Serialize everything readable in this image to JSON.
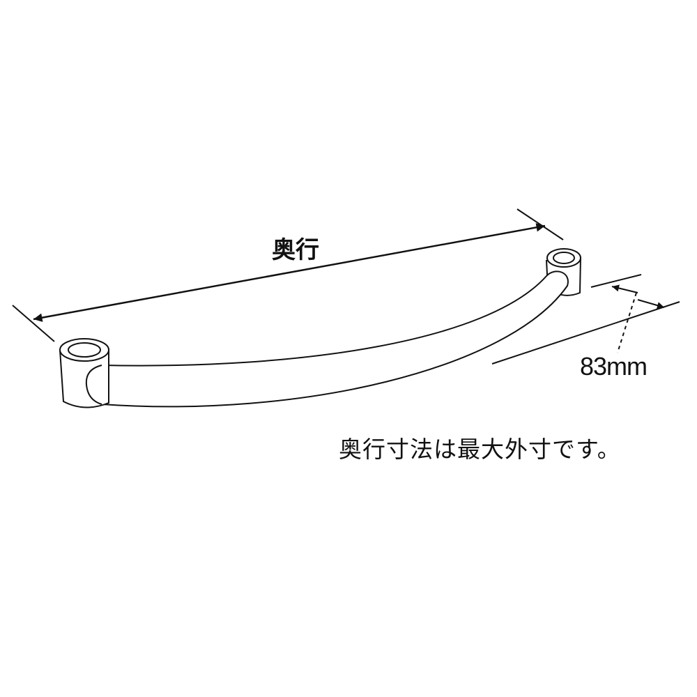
{
  "labels": {
    "depth": "奥行",
    "height": "83mm",
    "note": "奥行寸法は最大外寸です。"
  },
  "colors": {
    "line": "#111111",
    "background": "#ffffff"
  }
}
